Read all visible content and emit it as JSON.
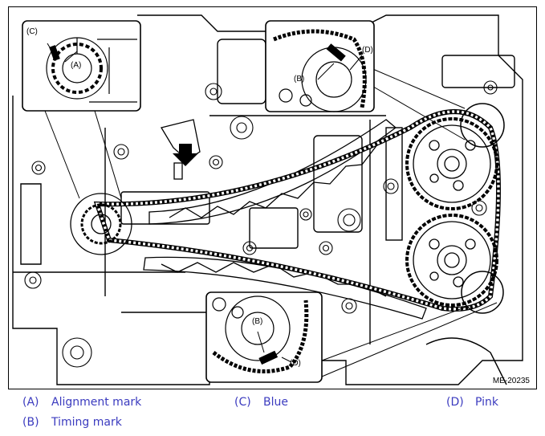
{
  "figure": {
    "code": "ME-20235",
    "callouts": {
      "A": "(A)",
      "B": "(B)",
      "C": "(C)",
      "D": "(D)"
    }
  },
  "legend": [
    {
      "code": "(A)",
      "text": "Alignment mark"
    },
    {
      "code": "(B)",
      "text": "Timing mark"
    },
    {
      "code": "(C)",
      "text": "Blue"
    },
    {
      "code": "(D)",
      "text": "Pink"
    }
  ]
}
